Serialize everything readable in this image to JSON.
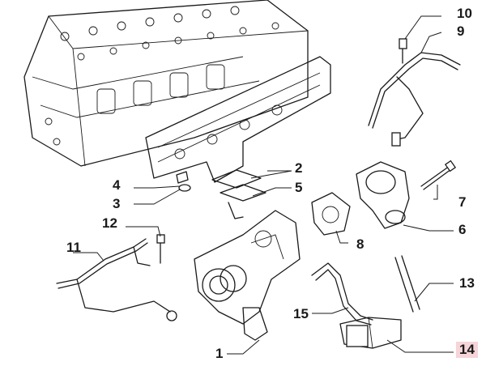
{
  "callouts": [
    {
      "id": "c1",
      "label": "1"
    },
    {
      "id": "c2",
      "label": "2"
    },
    {
      "id": "c3",
      "label": "3"
    },
    {
      "id": "c4",
      "label": "4"
    },
    {
      "id": "c5",
      "label": "5"
    },
    {
      "id": "c6",
      "label": "6"
    },
    {
      "id": "c7",
      "label": "7"
    },
    {
      "id": "c8",
      "label": "8"
    },
    {
      "id": "c9",
      "label": "9"
    },
    {
      "id": "c10",
      "label": "10"
    },
    {
      "id": "c11",
      "label": "11"
    },
    {
      "id": "c12",
      "label": "12"
    },
    {
      "id": "c13",
      "label": "13"
    },
    {
      "id": "c14",
      "label": "14",
      "highlight": true
    },
    {
      "id": "c15",
      "label": "15"
    }
  ],
  "colors": {
    "line": "#1a1a1a",
    "highlight": "#f6d4d8",
    "background": "#ffffff"
  }
}
